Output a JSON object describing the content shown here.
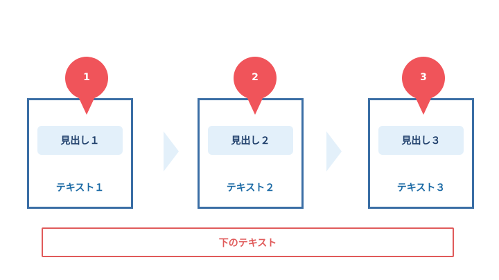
{
  "steps": [
    {
      "number": "1",
      "heading": "見出し１",
      "text": "テキスト１"
    },
    {
      "number": "2",
      "heading": "見出し２",
      "text": "テキスト２"
    },
    {
      "number": "3",
      "heading": "見出し３",
      "text": "テキスト３"
    }
  ],
  "bottom_text": "下のテキスト",
  "colors": {
    "pin": "#f0545a",
    "card_border": "#3a6ea5",
    "heading_bg": "#e3f0fa",
    "arrow": "#e3f0fa",
    "bottom_border": "#e05a5a"
  }
}
